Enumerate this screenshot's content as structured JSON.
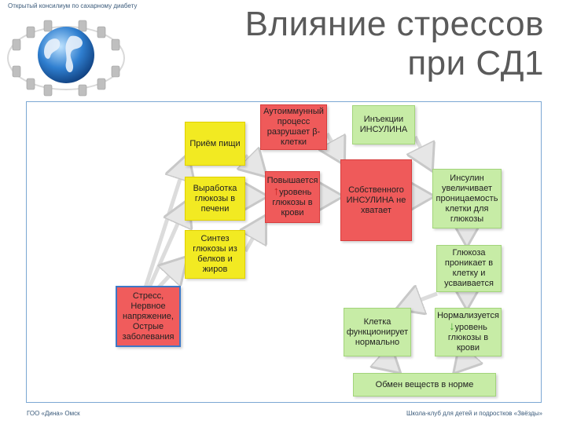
{
  "header": {
    "caption": "Открытый консилиум по сахарному диабету",
    "title_line1": "Влияние стрессов",
    "title_line2": "при СД1"
  },
  "boxes": {
    "autoimmune": "Аутоиммунный процесс разрушает β-клетки",
    "injection": "Инъекции ИНСУЛИНА",
    "food_intake": "Приём пищи",
    "liver_glucose": "Выработка глюкозы в печени",
    "glucose_rise_pre": "Повышается",
    "glucose_rise_post": "уровень глюкозы в крови",
    "insulin_lack": "Собственного ИНСУЛИНА не хватает",
    "insulin_permeability": "Инсулин увеличивает проницаемость клетки для глюкозы",
    "synthesis": "Синтез глюкозы из белков и жиров",
    "glucose_enters": "Глюкоза проникает в клетку и усваивается",
    "stress": "Стресс, Нервное напряжение, Острые заболевания",
    "cell_normal": "Клетка функционирует нормально",
    "normalize_pre": "Нормализуется",
    "normalize_post": "уровень глюкозы в крови",
    "metabolism": "Обмен веществ в норме"
  },
  "footer": {
    "left": "ГОО «Дина» Омск",
    "right": "Школа-клуб для детей и подростков «Звёзды»"
  },
  "colors": {
    "yellow": "#f2ea22",
    "red": "#ef5a5a",
    "green": "#c7eca6",
    "frame": "#7ba7d3"
  },
  "icons": {
    "logo": "globe-with-chairs-icon",
    "up_arrow": "up-arrow-icon",
    "down_arrow": "down-arrow-icon"
  }
}
